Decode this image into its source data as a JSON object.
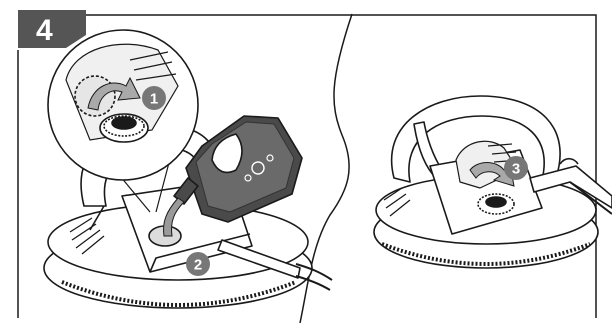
{
  "step": {
    "number": "4"
  },
  "callouts": [
    {
      "id": "1",
      "label": "1"
    },
    {
      "id": "2",
      "label": "2"
    },
    {
      "id": "3",
      "label": "3"
    }
  ],
  "colors": {
    "tab": "#555555",
    "callout": "#777777",
    "line": "#1a1a1a",
    "fill": "#ffffff",
    "shade": "#e6e6e6",
    "arrow": "#a9a9a9"
  },
  "icons": [
    "step-number-badge",
    "magnifier-inset",
    "rotate-arrow-icon",
    "oil-canister-icon",
    "pour-stream-icon"
  ]
}
